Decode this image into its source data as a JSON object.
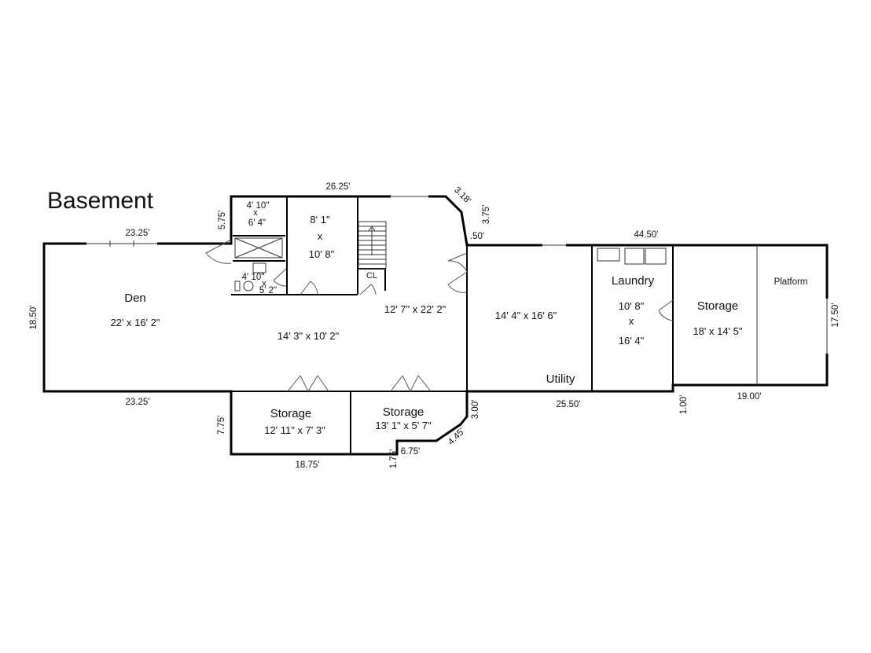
{
  "title": "Basement",
  "rooms": {
    "den": {
      "name": "Den",
      "size": "22' x 16' 2\""
    },
    "hall": {
      "size": "14' 3\" x 10' 2\""
    },
    "stair_hall": {
      "size": "12' 7\" x 22' 2\""
    },
    "bedroom": {
      "line1": "8' 1\"",
      "line2": "x",
      "line3": "10' 8\""
    },
    "shower": {
      "line1": "4' 10\"",
      "line2": "x",
      "line3": "6' 4\""
    },
    "bath": {
      "line1": "4' 10\"",
      "line2": "x",
      "line3": "5' 2\""
    },
    "closet": {
      "name": "CL"
    },
    "storage1": {
      "name": "Storage",
      "size": "12' 11\" x 7' 3\""
    },
    "storage2": {
      "name": "Storage",
      "size": "13' 1\" x 5' 7\""
    },
    "utility": {
      "name": "Utility",
      "size": "14' 4\" x 16' 6\""
    },
    "laundry": {
      "name": "Laundry",
      "line1": "10' 8\"",
      "line2": "x",
      "line3": "16' 4\""
    },
    "storage3": {
      "name": "Storage",
      "size": "18' x 14' 5\""
    },
    "platform": {
      "name": "Platform"
    }
  },
  "dimensions": {
    "top_center": "26.25'",
    "den_top": "23.25'",
    "den_bottom": "23.25'",
    "den_left": "18.50'",
    "bath_left": "5.75'",
    "diag_top": "3.18'",
    "stair_right": "3.75'",
    "small_step": ".50'",
    "right_top": "44.50'",
    "right_side": "17.50'",
    "utility_bottom": "25.50'",
    "storage_bottom": "19.00'",
    "step_right": "1.00'",
    "storage1_left": "7.75'",
    "storage1_bottom": "18.75'",
    "storage2_notch": "1.75'",
    "storage2_bottom": "6.75'",
    "storage2_diag": "4.45'",
    "storage2_right": "3.00'"
  }
}
